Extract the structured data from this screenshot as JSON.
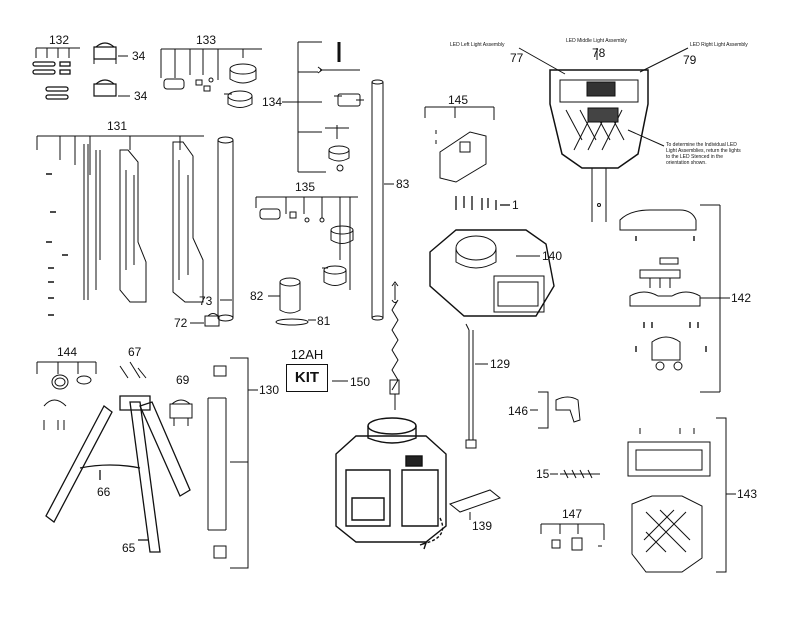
{
  "labels": {
    "l132": "132",
    "l133": "133",
    "l34a": "34",
    "l34b": "34",
    "l131": "131",
    "l134": "134",
    "l83": "83",
    "l135": "135",
    "l82": "82",
    "l81": "81",
    "l73": "73",
    "l72": "72",
    "l77": "77",
    "l78": "78",
    "l79": "79",
    "l145": "145",
    "l1": "1",
    "l140": "140",
    "l142": "142",
    "l144": "144",
    "l67": "67",
    "l69": "69",
    "l130": "130",
    "l66": "66",
    "l65": "65",
    "l150": "150",
    "l129": "129",
    "l146": "146",
    "l15": "15",
    "l139": "139",
    "l147": "147",
    "l143": "143"
  },
  "kit": {
    "ah": "12AH",
    "name": "KIT"
  },
  "notes": {
    "left_assembly": "LED Left Light Assembly",
    "middle_assembly": "LED Middle Light Assembly",
    "right_assembly": "LED Right Light Assembly",
    "instruction_1": "To determine the Individual LED",
    "instruction_2": "Light Assemblies, return the lights",
    "instruction_3": "to the LED Stenced in the",
    "instruction_4": "orientation shown."
  }
}
